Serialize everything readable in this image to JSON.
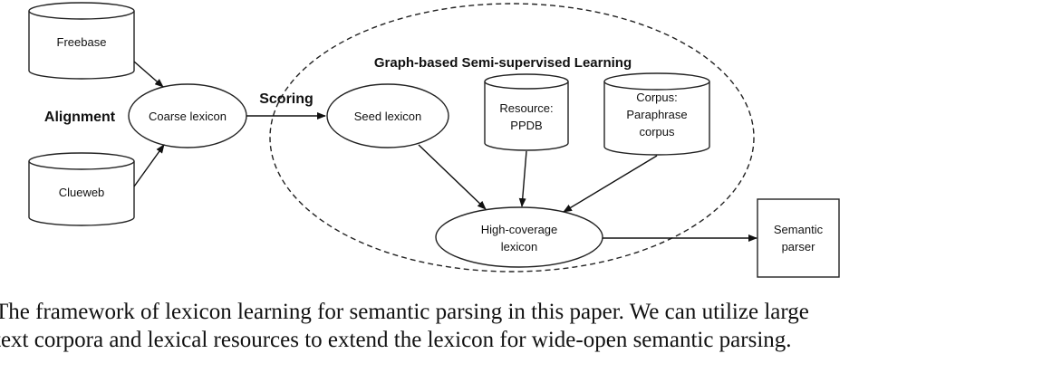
{
  "diagram": {
    "nodes": {
      "freebase": "Freebase",
      "clueweb": "Clueweb",
      "coarse_lexicon": "Coarse lexicon",
      "seed_lexicon": "Seed lexicon",
      "resource_line1": "Resource:",
      "resource_line2": "PPDB",
      "corpus_line1": "Corpus:",
      "corpus_line2": "Paraphrase",
      "corpus_line3": "corpus",
      "high_coverage_line1": "High-coverage",
      "high_coverage_line2": "lexicon",
      "semantic_parser_line1": "Semantic",
      "semantic_parser_line2": "parser"
    },
    "labels": {
      "alignment": "Alignment",
      "scoring": "Scoring",
      "group_title": "Graph-based Semi-supervised Learning"
    }
  },
  "caption": {
    "line1": "The framework of lexicon learning for semantic parsing in this paper.  We can utilize large",
    "line2": "text corpora and lexical resources to extend the lexicon for wide-open semantic parsing."
  }
}
